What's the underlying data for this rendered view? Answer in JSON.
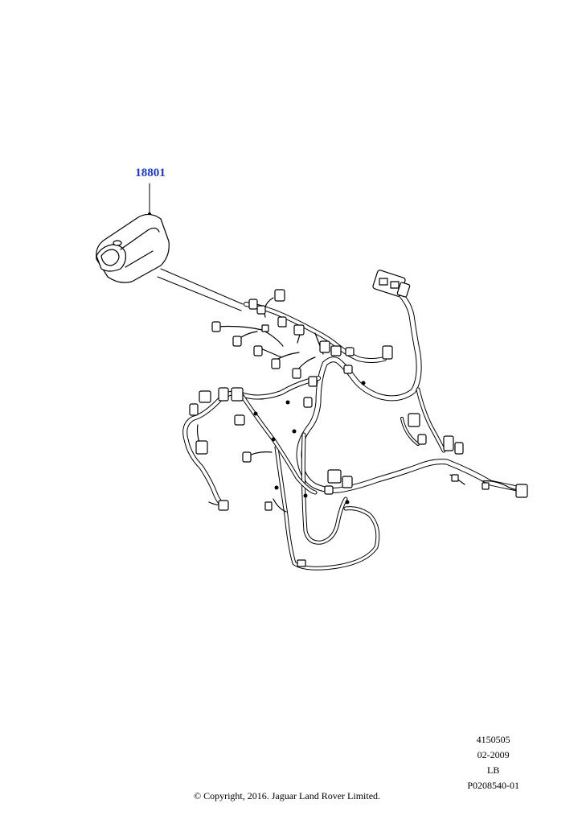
{
  "callout": {
    "part_number": "18801",
    "accent_color": "#1a35d6"
  },
  "meta": {
    "line1": "4150505",
    "line2": "02-2009",
    "line3": "LB",
    "line4": "P0208540-01"
  },
  "copyright": "© Copyright, 2016. Jaguar Land Rover Limited."
}
